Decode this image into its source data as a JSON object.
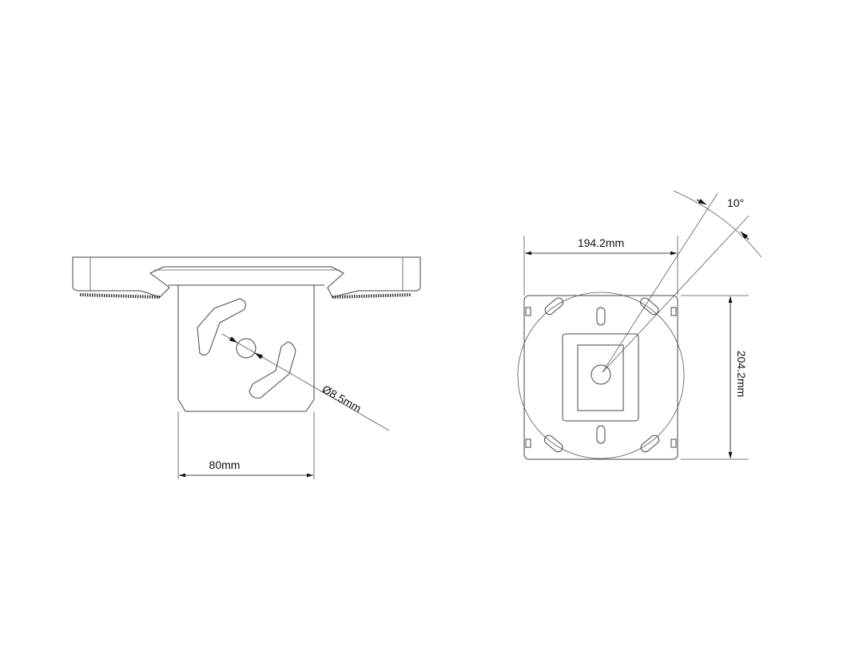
{
  "side_view": {
    "width_dimension": "80mm",
    "hole_dimension": "Ø8.5mm"
  },
  "top_view": {
    "width_dimension": "194.2mm",
    "height_dimension": "204.2mm",
    "angle_dimension": "10°"
  },
  "colors": {
    "line": "#444444",
    "background": "#ffffff"
  }
}
